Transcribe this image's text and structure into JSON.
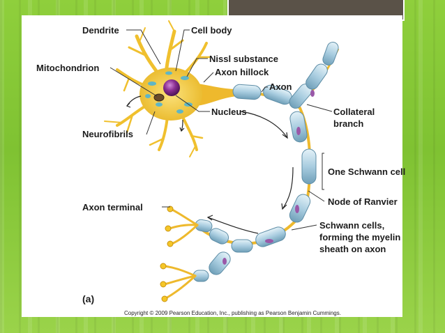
{
  "labels": {
    "dendrite": "Dendrite",
    "cell_body": "Cell body",
    "nissl": "Nissl substance",
    "mitochondrion": "Mitochondrion",
    "axon_hillock": "Axon hillock",
    "axon": "Axon",
    "nucleus": "Nucleus",
    "collateral_1": "Collateral",
    "collateral_2": "branch",
    "neurofibrils": "Neurofibrils",
    "schwann_one": "One Schwann cell",
    "node_ranvier": "Node of Ranvier",
    "axon_terminal": "Axon terminal",
    "schwann_1": "Schwann cells,",
    "schwann_2": "forming the myelin",
    "schwann_3": "sheath on axon",
    "panel": "(a)"
  },
  "copyright": "Copyright © 2009 Pearson Education, Inc., publishing as Pearson Benjamin Cummings.",
  "colors": {
    "background": "#8fcf3c",
    "tab": "#5a5248",
    "axon": "#f2c23a",
    "myelin": "#a9cde0",
    "nucleus": "#7b2b84"
  }
}
